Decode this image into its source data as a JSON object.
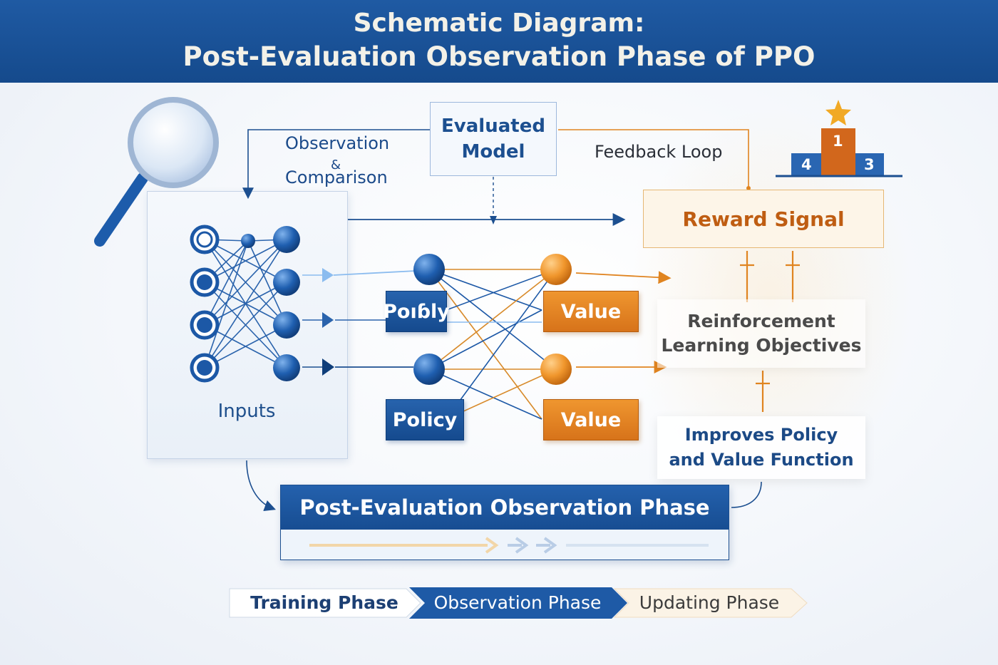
{
  "title": {
    "line1": "Schematic Diagram:",
    "line2": "Post-Evaluation Observation Phase of PPO"
  },
  "labels": {
    "evaluated_model_line1": "Evaluated",
    "evaluated_model_line2": "Model",
    "observation_line1": "Observation",
    "observation_amp": "&",
    "observation_line2": "Comparison",
    "feedback_loop": "Feedback Loop",
    "reward_signal": "Reward Signal",
    "inputs": "Inputs",
    "policy_top": "Poıɓly",
    "policy_bottom": "Policy",
    "value_top": "Value",
    "value_bottom": "Value",
    "rl_line1": "Reinforcement",
    "rl_line2": "Learning Objectives",
    "improves_line1": "Improves Policy",
    "improves_line2": "and Value Function",
    "phase_box": "Post-Evaluation Observation Phase"
  },
  "podium": {
    "first": "1",
    "second": "4",
    "third": "3"
  },
  "steps": [
    {
      "label": "Training Phase"
    },
    {
      "label": "Observation Phase"
    },
    {
      "label": "Updating Phase"
    }
  ],
  "colors": {
    "header": "#1a5298",
    "blue": "#1c4f90",
    "orange": "#e08420",
    "orange_dark": "#bf5d12"
  }
}
